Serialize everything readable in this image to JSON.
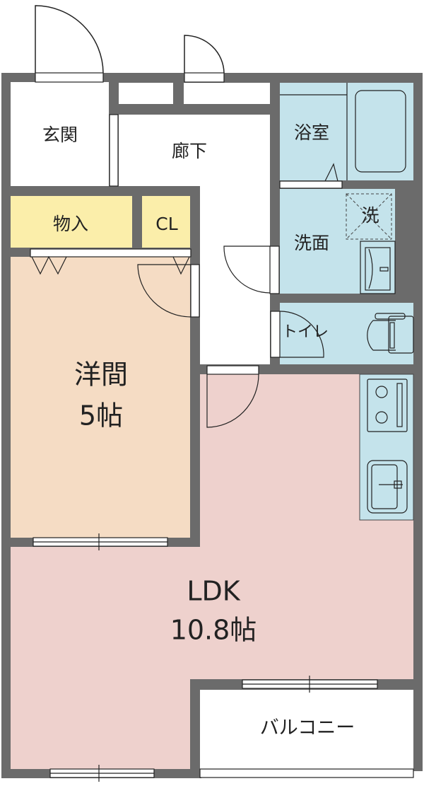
{
  "colors": {
    "wall": "#6b6b6b",
    "wet_area": "#c4e3eb",
    "storage": "#fbeeaa",
    "western_room": "#f5dcc4",
    "ldk": "#eed1cd",
    "white": "#ffffff"
  },
  "rooms": {
    "entrance": "玄関",
    "hallway": "廊下",
    "bathroom": "浴室",
    "storage": "物入",
    "closet": "CL",
    "washroom": "洗面",
    "washer": "洗",
    "toilet": "トイレ",
    "western_room": {
      "name": "洋間",
      "size": "5帖"
    },
    "ldk": {
      "name": "LDK",
      "size": "10.8帖"
    },
    "balcony": "バルコニー"
  }
}
